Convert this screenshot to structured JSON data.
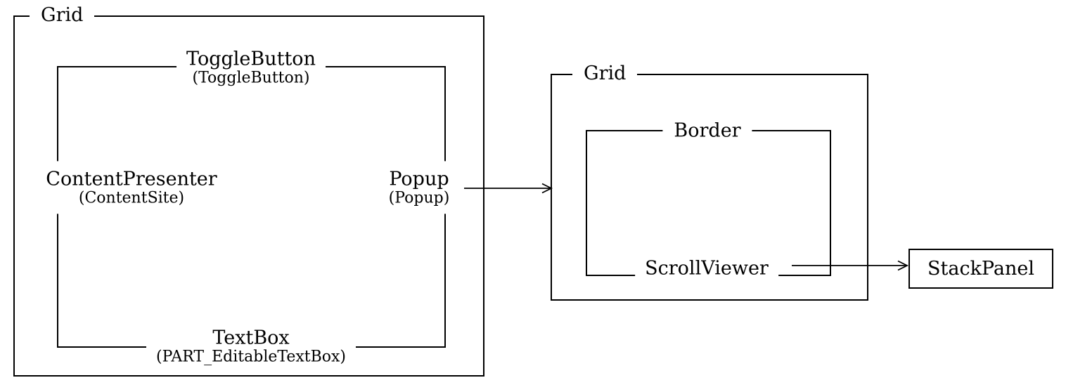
{
  "diagram": {
    "left_grid": {
      "label": "Grid"
    },
    "left_inner": {
      "top": {
        "name": "ToggleButton",
        "part": "(ToggleButton)"
      },
      "left": {
        "name": "ContentPresenter",
        "part": "(ContentSite)"
      },
      "right": {
        "name": "Popup",
        "part": "(Popup)"
      },
      "bottom": {
        "name": "TextBox",
        "part": "(PART_EditableTextBox)"
      }
    },
    "right_grid": {
      "label": "Grid"
    },
    "right_inner": {
      "top": {
        "name": "Border"
      },
      "bottom": {
        "name": "ScrollViewer"
      }
    },
    "stack_panel": {
      "label": "StackPanel"
    },
    "colors": {
      "line": "#000000",
      "text": "#000000",
      "background": "#ffffff"
    }
  }
}
